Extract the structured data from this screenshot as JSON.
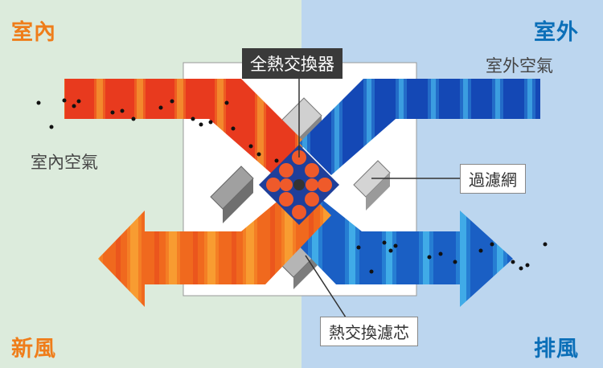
{
  "labels": {
    "indoor": "室內",
    "outdoor": "室外",
    "fresh_air": "新風",
    "exhaust": "排風",
    "indoor_air": "室內空氣",
    "outdoor_air": "室外空氣",
    "exchanger": "全熱交換器",
    "filter": "過濾網",
    "core": "熱交換濾芯"
  },
  "colors": {
    "indoor_bg": "#dcebdc",
    "outdoor_bg": "#bcd6ef",
    "warm_accent": "#ef7d1a",
    "cool_accent": "#0b6fb8",
    "core_dots": "#ef5a2a",
    "core_bg": "#1f3f9a"
  }
}
